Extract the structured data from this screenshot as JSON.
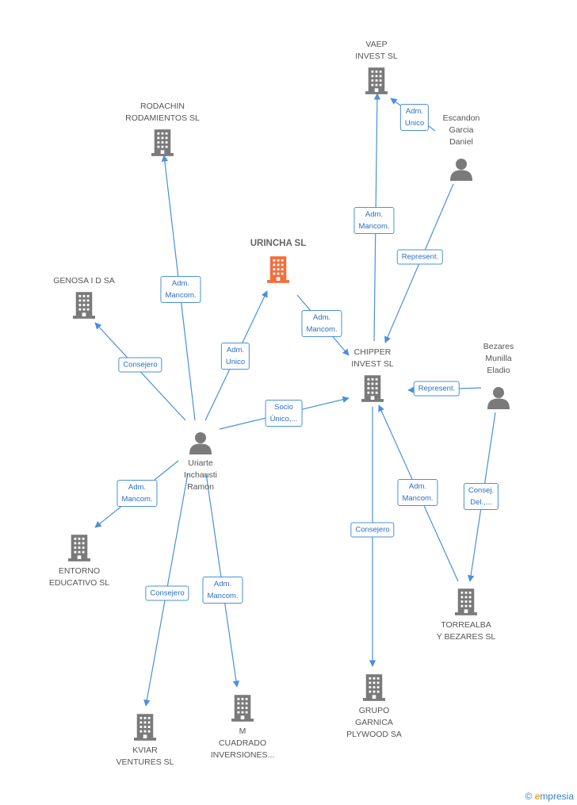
{
  "colors": {
    "edge": "#4a90d9",
    "node": "#7a7a7a",
    "focus": "#f26f3c"
  },
  "nodes": [
    {
      "id": "vaep",
      "label": "VAEP\nINVEST  SL",
      "type": "company"
    },
    {
      "id": "escandon",
      "label": "Escandon\nGarcia\nDaniel",
      "type": "person"
    },
    {
      "id": "rodachin",
      "label": "RODACHIN\nRODAMIENTOS SL",
      "type": "company"
    },
    {
      "id": "urincha",
      "label": "URINCHA SL",
      "type": "company",
      "focus": true
    },
    {
      "id": "genosa",
      "label": "GENOSA I D SA",
      "type": "company"
    },
    {
      "id": "chipper",
      "label": "CHIPPER\nINVEST  SL",
      "type": "company"
    },
    {
      "id": "bezares",
      "label": "Bezares\nMunilla\nEladio",
      "type": "person"
    },
    {
      "id": "uriarte",
      "label": "Uriarte\nInchausti\nRamon",
      "type": "person"
    },
    {
      "id": "entorno",
      "label": "ENTORNO\nEDUCATIVO SL",
      "type": "company"
    },
    {
      "id": "torrealba",
      "label": "TORREALBA\nY BEZARES SL",
      "type": "company"
    },
    {
      "id": "kviar",
      "label": "KVIAR\nVENTURES SL",
      "type": "company"
    },
    {
      "id": "mcuadrado",
      "label": "M\nCUADRADO\nINVERSIONES...",
      "type": "company"
    },
    {
      "id": "grupo",
      "label": "GRUPO\nGARNICA\nPLYWOOD SA",
      "type": "company"
    }
  ],
  "edges": [
    {
      "from": "escandon",
      "to": "vaep",
      "label": "Adm.\nUnico"
    },
    {
      "from": "chipper",
      "to": "vaep",
      "label": "Adm.\nMancom."
    },
    {
      "from": "escandon",
      "to": "chipper",
      "label": "Represent."
    },
    {
      "from": "uriarte",
      "to": "rodachin",
      "label": "Adm.\nMancom."
    },
    {
      "from": "uriarte",
      "to": "genosa",
      "label": "Consejero"
    },
    {
      "from": "uriarte",
      "to": "urincha",
      "label": "Adm.\nUnico"
    },
    {
      "from": "urincha",
      "to": "chipper",
      "label": "Adm.\nMancom."
    },
    {
      "from": "uriarte",
      "to": "chipper",
      "label": "Socio\nÚnico,..."
    },
    {
      "from": "bezares",
      "to": "chipper",
      "label": "Represent."
    },
    {
      "from": "uriarte",
      "to": "entorno",
      "label": "Adm.\nMancom."
    },
    {
      "from": "uriarte",
      "to": "kviar",
      "label": "Consejero"
    },
    {
      "from": "uriarte",
      "to": "mcuadrado",
      "label": "Adm.\nMancom."
    },
    {
      "from": "chipper",
      "to": "grupo",
      "label": "Consejero"
    },
    {
      "from": "torrealba",
      "to": "chipper",
      "label": "Adm.\nMancom."
    },
    {
      "from": "bezares",
      "to": "torrealba",
      "label": "Consej.\nDel.,..."
    }
  ],
  "brand": {
    "copyright": "©",
    "name_initial": "e",
    "name_rest": "mpresia"
  }
}
